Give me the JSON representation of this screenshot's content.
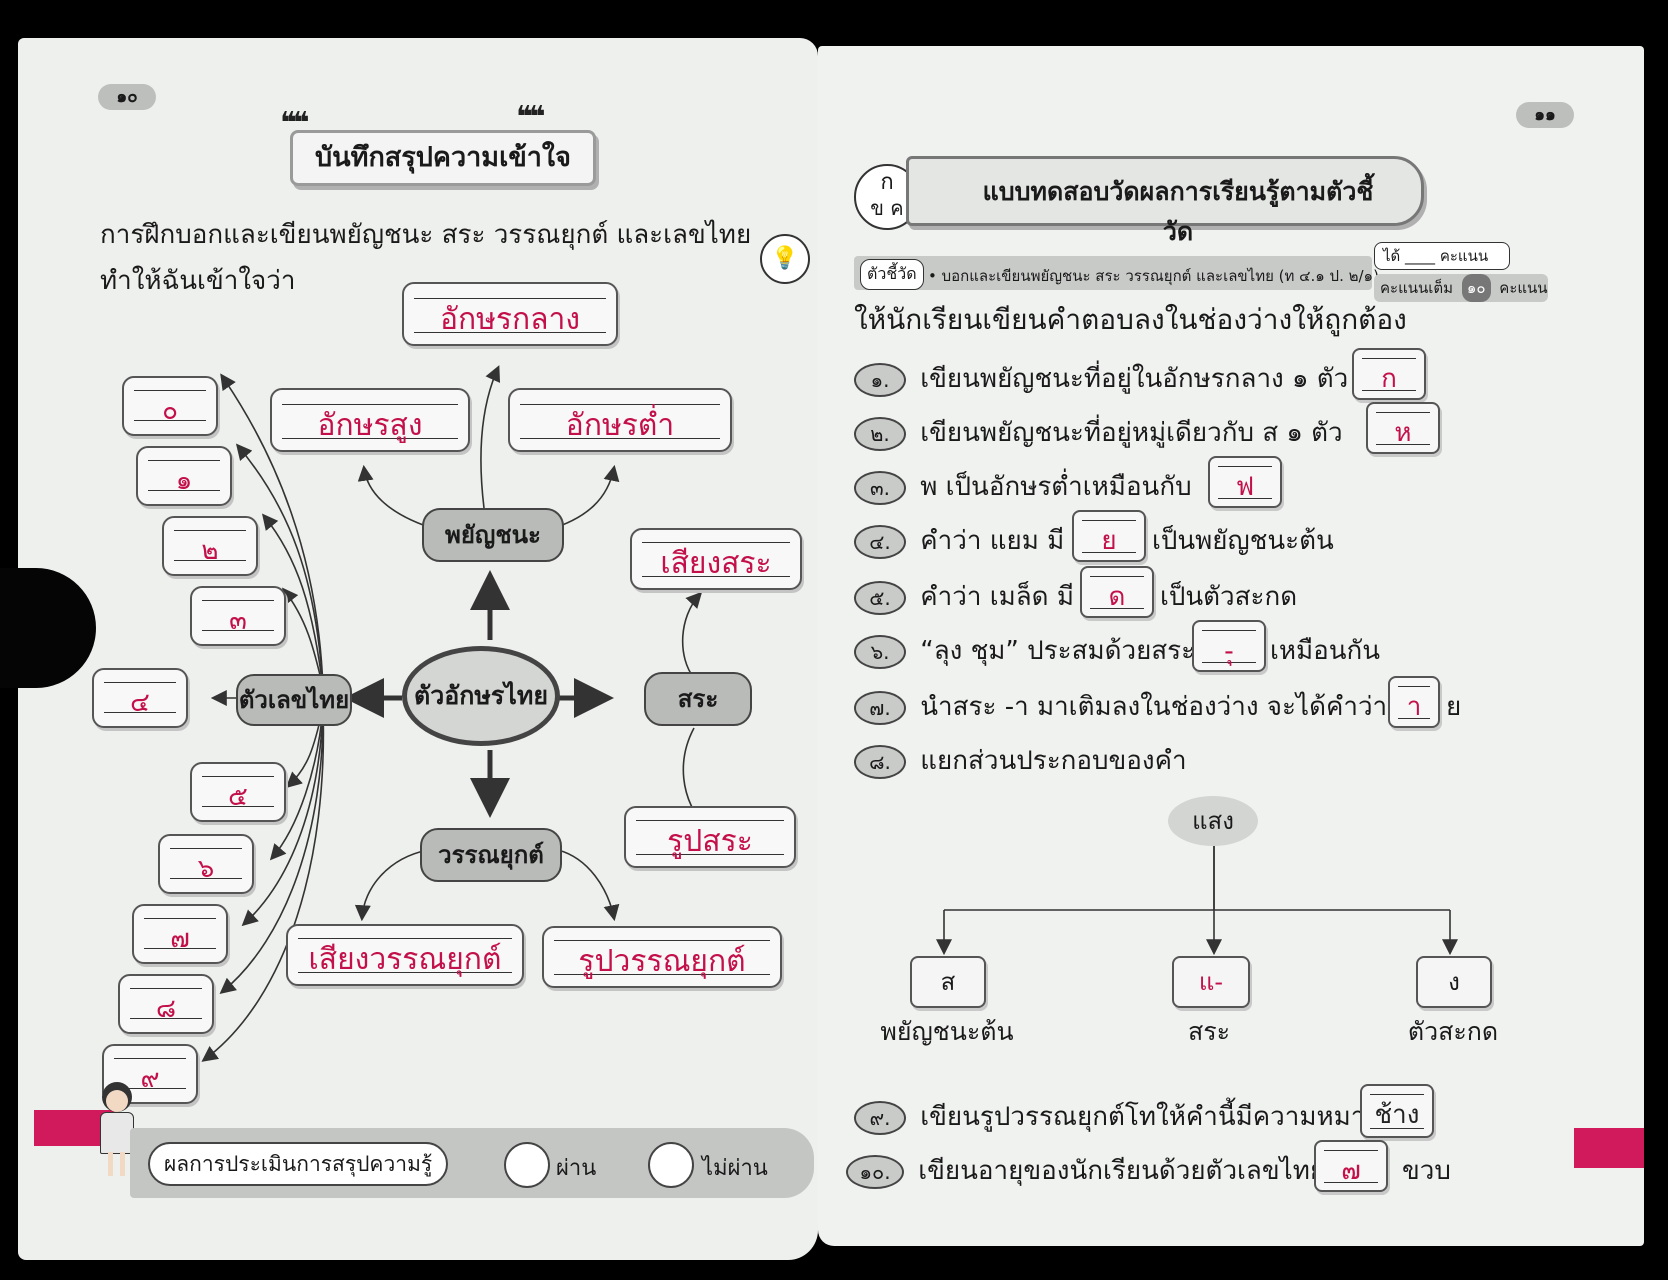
{
  "left": {
    "page_number": "๑๐",
    "banner_title": "บันทึกสรุปความเข้าใจ",
    "intro_line1": "การฝึกบอกและเขียนพยัญชนะ สระ วรรณยุกต์ และเลขไทย",
    "intro_line2": "ทำให้ฉันเข้าใจว่า",
    "mindmap": {
      "center": "ตัวอักษรไทย",
      "consonant_node": "พยัญชนะ",
      "vowel_node": "สระ",
      "tone_node": "วรรณยุกต์",
      "numeral_node": "ตัวเลขไทย",
      "consonant_answers": [
        "อักษรกลาง",
        "อักษรสูง",
        "อักษรต่ำ"
      ],
      "vowel_answers": [
        "เสียงสระ",
        "รูปสระ"
      ],
      "tone_answers": [
        "เสียงวรรณยุกต์",
        "รูปวรรณยุกต์"
      ],
      "numerals": [
        "๐",
        "๑",
        "๒",
        "๓",
        "๔",
        "๕",
        "๖",
        "๗",
        "๘",
        "๙"
      ]
    },
    "evaluation": {
      "label": "ผลการประเมินการสรุปความรู้",
      "pass": "ผ่าน",
      "fail": "ไม่ผ่าน"
    }
  },
  "right": {
    "page_number": "๑๑",
    "logo_top": "ก",
    "logo_bottom": "ข ค",
    "banner_title": "แบบทดสอบวัดผลการเรียนรู้ตามตัวชี้วัด",
    "indicator_label": "ตัวชี้วัด",
    "indicator_text": "• บอกและเขียนพยัญชนะ สระ วรรณยุกต์ และเลขไทย (ท ๔.๑ ป. ๒/๑)",
    "score_got": "ได้ ____ คะแนน",
    "score_full_label": "คะแนนเต็ม",
    "score_full_value": "๑๐",
    "score_unit": "คะแนน",
    "instruction": "ให้นักเรียนเขียนคำตอบลงในช่องว่างให้ถูกต้อง",
    "questions": [
      {
        "num": "๑.",
        "before": "เขียนพยัญชนะที่อยู่ในอักษรกลาง ๑ ตัว",
        "answer": "ก",
        "after": ""
      },
      {
        "num": "๒.",
        "before": "เขียนพยัญชนะที่อยู่หมู่เดียวกับ ส  ๑ ตัว",
        "answer": "ห",
        "after": ""
      },
      {
        "num": "๓.",
        "before": "พ เป็นอักษรต่ำเหมือนกับ",
        "answer": "ฟ",
        "after": ""
      },
      {
        "num": "๔.",
        "before": "คำว่า แยม มี",
        "answer": "ย",
        "after": "เป็นพยัญชนะต้น"
      },
      {
        "num": "๕.",
        "before": "คำว่า เมล็ด มี",
        "answer": "ด",
        "after": "เป็นตัวสะกด"
      },
      {
        "num": "๖.",
        "before": "“ลุง ชุม” ประสมด้วยสระ",
        "answer": "-ุ",
        "after": "เหมือนกัน"
      },
      {
        "num": "๗.",
        "before": "นำสระ -า มาเติมลงในช่องว่าง จะได้คำว่า อ",
        "answer": "า",
        "after": "ย"
      },
      {
        "num": "๘.",
        "before": "แยกส่วนประกอบของคำ",
        "answer": "",
        "after": ""
      },
      {
        "num": "๙.",
        "before": "เขียนรูปวรรณยุกต์โทให้คำนี้มีความหมาย",
        "answer": "ช้าง",
        "after": ""
      },
      {
        "num": "๑๐.",
        "before": "เขียนอายุของนักเรียนด้วยตัวเลขไทย",
        "answer": "๗",
        "after": "ขวบ"
      }
    ],
    "word_tree": {
      "word": "แสง",
      "parts": [
        {
          "value": "ส",
          "label": "พยัญชนะต้น"
        },
        {
          "value": "แ-",
          "label": "สระ"
        },
        {
          "value": "ง",
          "label": "ตัวสะกด"
        }
      ]
    }
  },
  "colors": {
    "answer": "#c4104a",
    "tab": "#d11a5c"
  }
}
